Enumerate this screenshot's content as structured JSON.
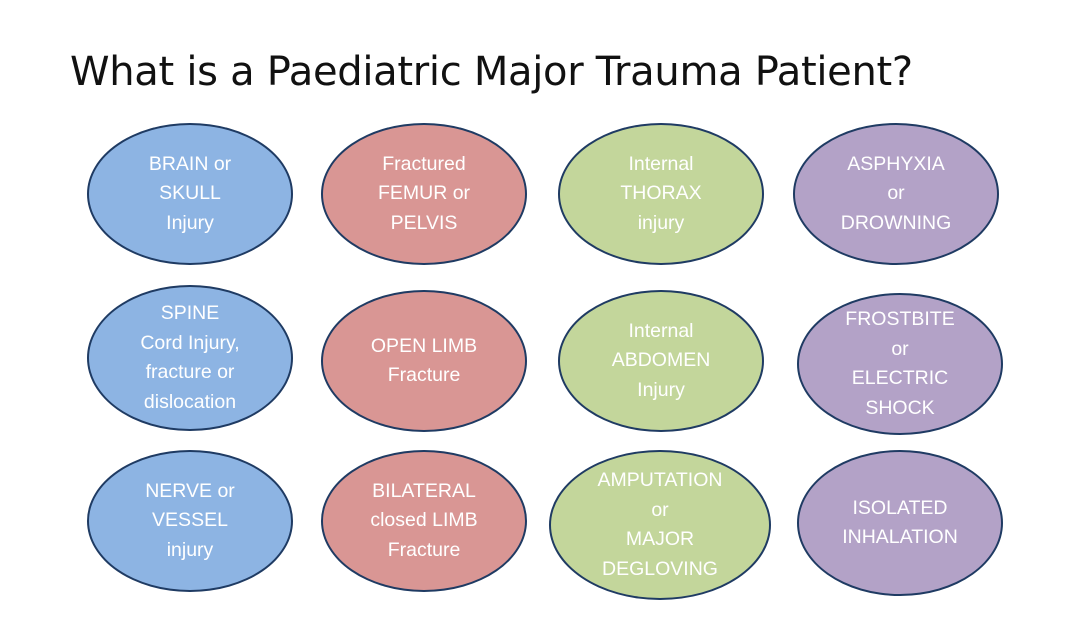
{
  "title": "What is a Paediatric Major Trauma Patient?",
  "colors": {
    "blue": "#8DB4E3",
    "red": "#D99694",
    "green": "#C3D69B",
    "purple": "#B3A2C7",
    "outline": "#1F3B63"
  },
  "ellipses": [
    {
      "lines": [
        "BRAIN or",
        "SKULL",
        "Injury"
      ],
      "color": "blue"
    },
    {
      "lines": [
        "Fractured",
        "FEMUR or",
        "PELVIS"
      ],
      "color": "red"
    },
    {
      "lines": [
        "Internal",
        "THORAX",
        "injury"
      ],
      "color": "green"
    },
    {
      "lines": [
        "ASPHYXIA",
        "or",
        "DROWNING"
      ],
      "color": "purple"
    },
    {
      "lines": [
        "SPINE",
        "Cord Injury,",
        "fracture or",
        "dislocation"
      ],
      "color": "blue"
    },
    {
      "lines": [
        "OPEN LIMB",
        "Fracture"
      ],
      "color": "red"
    },
    {
      "lines": [
        "Internal",
        "ABDOMEN",
        "Injury"
      ],
      "color": "green"
    },
    {
      "lines": [
        "FROSTBITE",
        "or",
        "ELECTRIC",
        "SHOCK"
      ],
      "color": "purple"
    },
    {
      "lines": [
        "NERVE or",
        "VESSEL",
        "injury"
      ],
      "color": "blue"
    },
    {
      "lines": [
        "BILATERAL",
        "closed LIMB",
        "Fracture"
      ],
      "color": "red"
    },
    {
      "lines": [
        "AMPUTATION",
        "or",
        "MAJOR",
        "DEGLOVING"
      ],
      "color": "green"
    },
    {
      "lines": [
        "ISOLATED",
        "INHALATION"
      ],
      "color": "purple"
    }
  ]
}
